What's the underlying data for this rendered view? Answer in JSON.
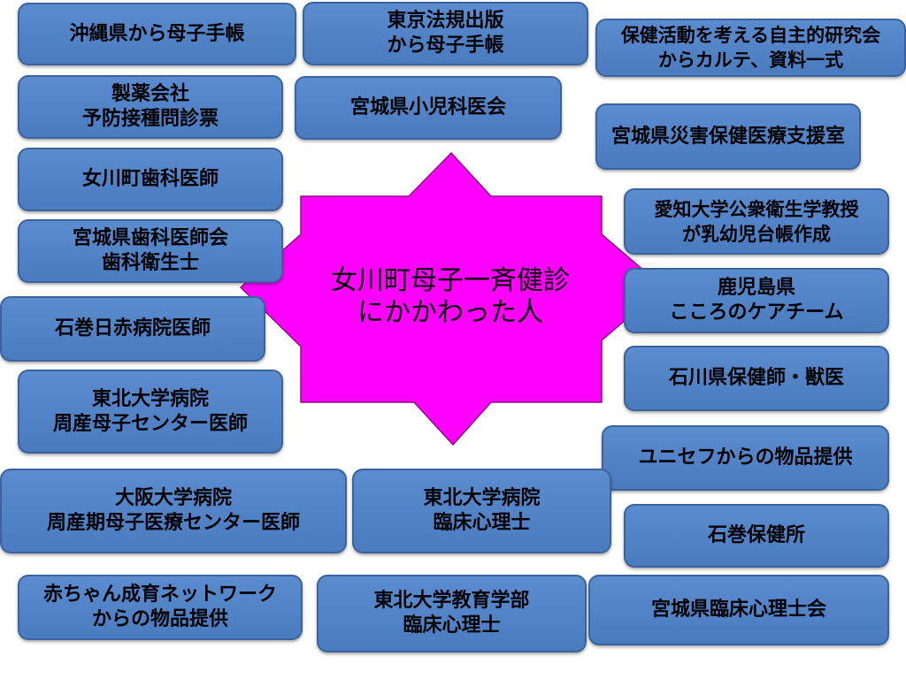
{
  "center": {
    "lines": [
      "女川町母子一斉健診",
      "にかかわった人"
    ],
    "fill": "#ff00ff"
  },
  "box_color": "#4f81c6",
  "boxes": [
    {
      "id": "okinawa",
      "lines": [
        "沖縄県から母子手帳"
      ]
    },
    {
      "id": "tokyo-hoki",
      "lines": [
        "東京法規出版",
        "から母子手帳"
      ]
    },
    {
      "id": "hoken-kenkyukai",
      "lines": [
        "保健活動を考える自主的研究会",
        "からカルテ、資料一式"
      ]
    },
    {
      "id": "seiyaku",
      "lines": [
        "製薬会社",
        "予防接種問診票"
      ]
    },
    {
      "id": "miyagi-shonika",
      "lines": [
        "宮城県小児科医会"
      ]
    },
    {
      "id": "miyagi-saigai",
      "lines": [
        "宮城県災害保健医療支援室"
      ]
    },
    {
      "id": "onagawa-shika",
      "lines": [
        "女川町歯科医師"
      ]
    },
    {
      "id": "aichi",
      "lines": [
        "愛知大学公衆衛生学教授",
        "が乳幼児台帳作成"
      ]
    },
    {
      "id": "miyagi-shika",
      "lines": [
        "宮城県歯科医師会",
        "歯科衛生士"
      ]
    },
    {
      "id": "kagoshima",
      "lines": [
        "鹿児島県",
        "こころのケアチーム"
      ]
    },
    {
      "id": "ishinomaki-sekijuji",
      "lines": [
        "石巻日赤病院医師"
      ]
    },
    {
      "id": "ishikawa",
      "lines": [
        "石川県保健師・獣医"
      ]
    },
    {
      "id": "tohoku-shusan",
      "lines": [
        "東北大学病院",
        "周産母子センター医師"
      ]
    },
    {
      "id": "unicef",
      "lines": [
        "ユニセフからの物品提供"
      ]
    },
    {
      "id": "osaka",
      "lines": [
        "大阪大学病院",
        "周産期母子医療センター医師"
      ]
    },
    {
      "id": "tohoku-rinsho",
      "lines": [
        "東北大学病院",
        "臨床心理士"
      ]
    },
    {
      "id": "ishinomaki-hokenjo",
      "lines": [
        "石巻保健所"
      ]
    },
    {
      "id": "akachan-network",
      "lines": [
        "赤ちゃん成育ネットワーク",
        "からの物品提供"
      ]
    },
    {
      "id": "tohoku-kyoiku",
      "lines": [
        "東北大学教育学部",
        "臨床心理士"
      ]
    },
    {
      "id": "miyagi-rinsho",
      "lines": [
        "宮城県臨床心理士会"
      ]
    }
  ]
}
